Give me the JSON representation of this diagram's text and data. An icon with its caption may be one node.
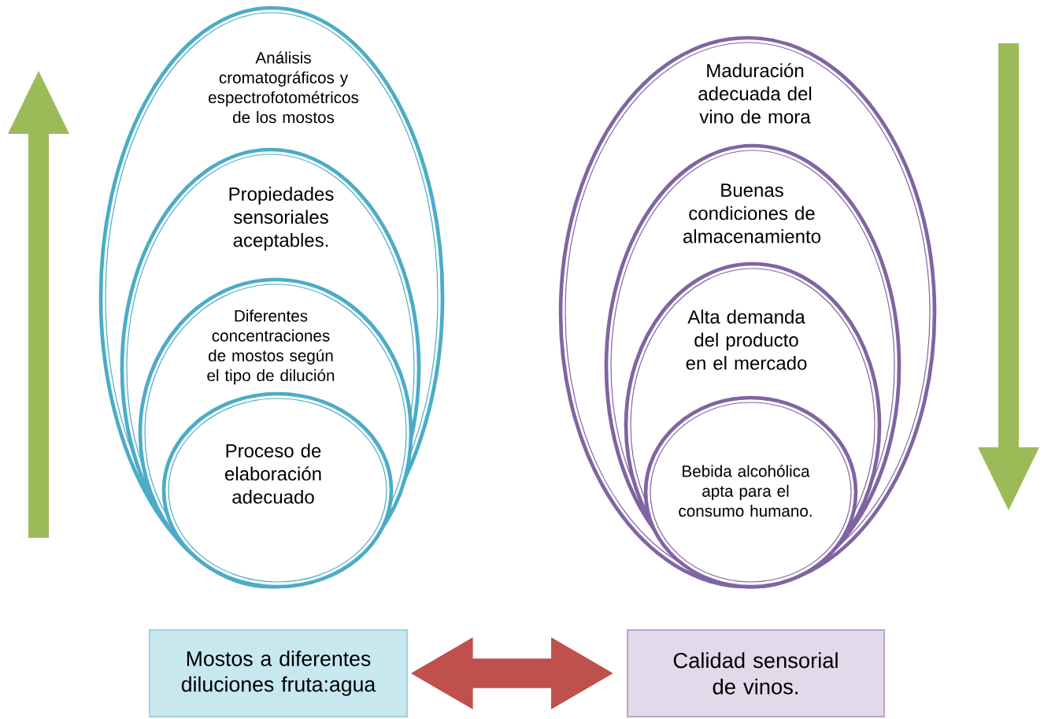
{
  "diagram": {
    "nodes": [
      {
        "text": [
          "Análisis cromatográficos y espectrofotométricos de los mostos"
        ]
      },
      {
        "text": [
          "Propiedades sensoriales aceptables."
        ],
        "in": 0
      },
      {
        "text": [
          "Diferentes concentraciones de mostos según el tipo de dilución"
        ],
        "in": 1
      },
      {
        "text": [
          "Proceso de elaboración adecuado"
        ],
        "in": 2
      },
      {
        "text": [
          "Maduración adecuada del vino de mora"
        ]
      },
      {
        "text": [
          "Buenas condiciones de almacenamiento"
        ],
        "in": 4
      },
      {
        "text": [
          "Alta demanda del producto en el mercado"
        ],
        "in": 5
      },
      {
        "text": [
          "Bebida alcohólica apta para el consumo humano."
        ],
        "in": 6
      },
      {
        "text": [
          "Mostos a diferentes diluciones fruta:agua"
        ]
      },
      {
        "text": [
          "Calidad sensorial de vinos."
        ]
      }
    ],
    "edges": [
      {
        "from": 8,
        "to": 9,
        "arrow": "both",
        "color": "#c0504d"
      }
    ]
  }
}
